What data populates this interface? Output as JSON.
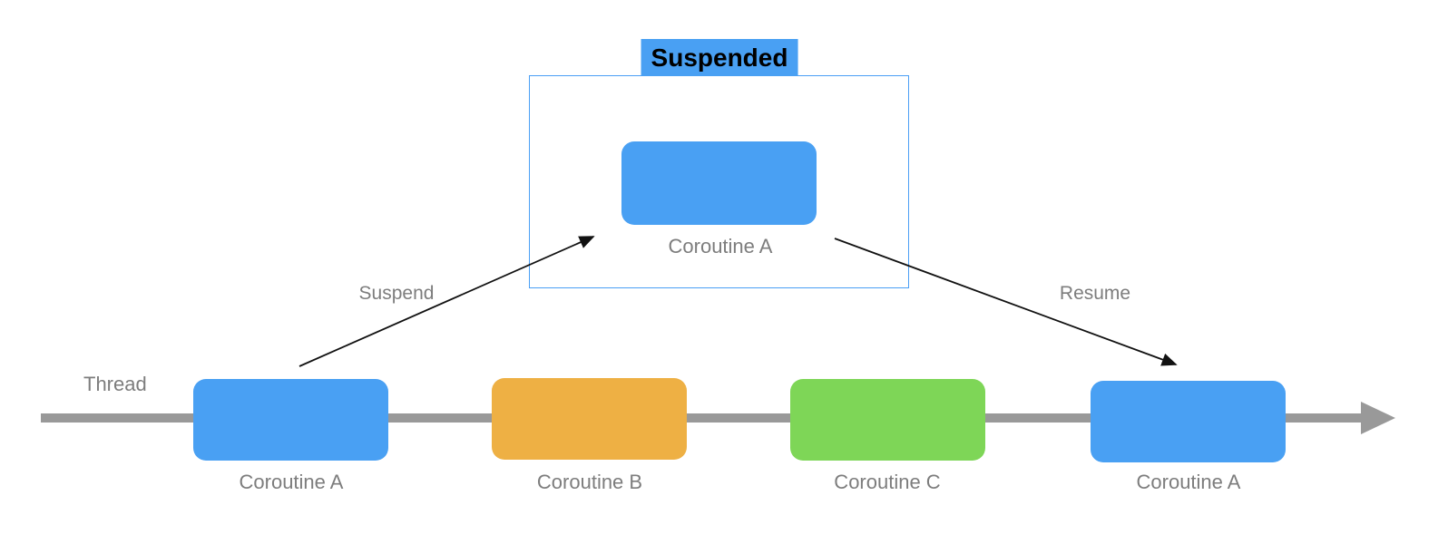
{
  "colors": {
    "blue": "#49a0f3",
    "orange": "#eeb044",
    "green": "#7ed657",
    "thread-gray": "#999999",
    "label-gray": "#7d7d7d",
    "arrow-black": "#111111",
    "container-border": "#4a9ff5"
  },
  "suspended": {
    "title": "Suspended",
    "coroutine": {
      "label": "Coroutine A",
      "color": "#49a0f3"
    }
  },
  "arrows": {
    "suspend_label": "Suspend",
    "resume_label": "Resume"
  },
  "thread": {
    "label": "Thread",
    "boxes": [
      {
        "label": "Coroutine A",
        "color": "#49a0f3"
      },
      {
        "label": "Coroutine B",
        "color": "#eeb044"
      },
      {
        "label": "Coroutine C",
        "color": "#7ed657"
      },
      {
        "label": "Coroutine A",
        "color": "#49a0f3"
      }
    ]
  }
}
